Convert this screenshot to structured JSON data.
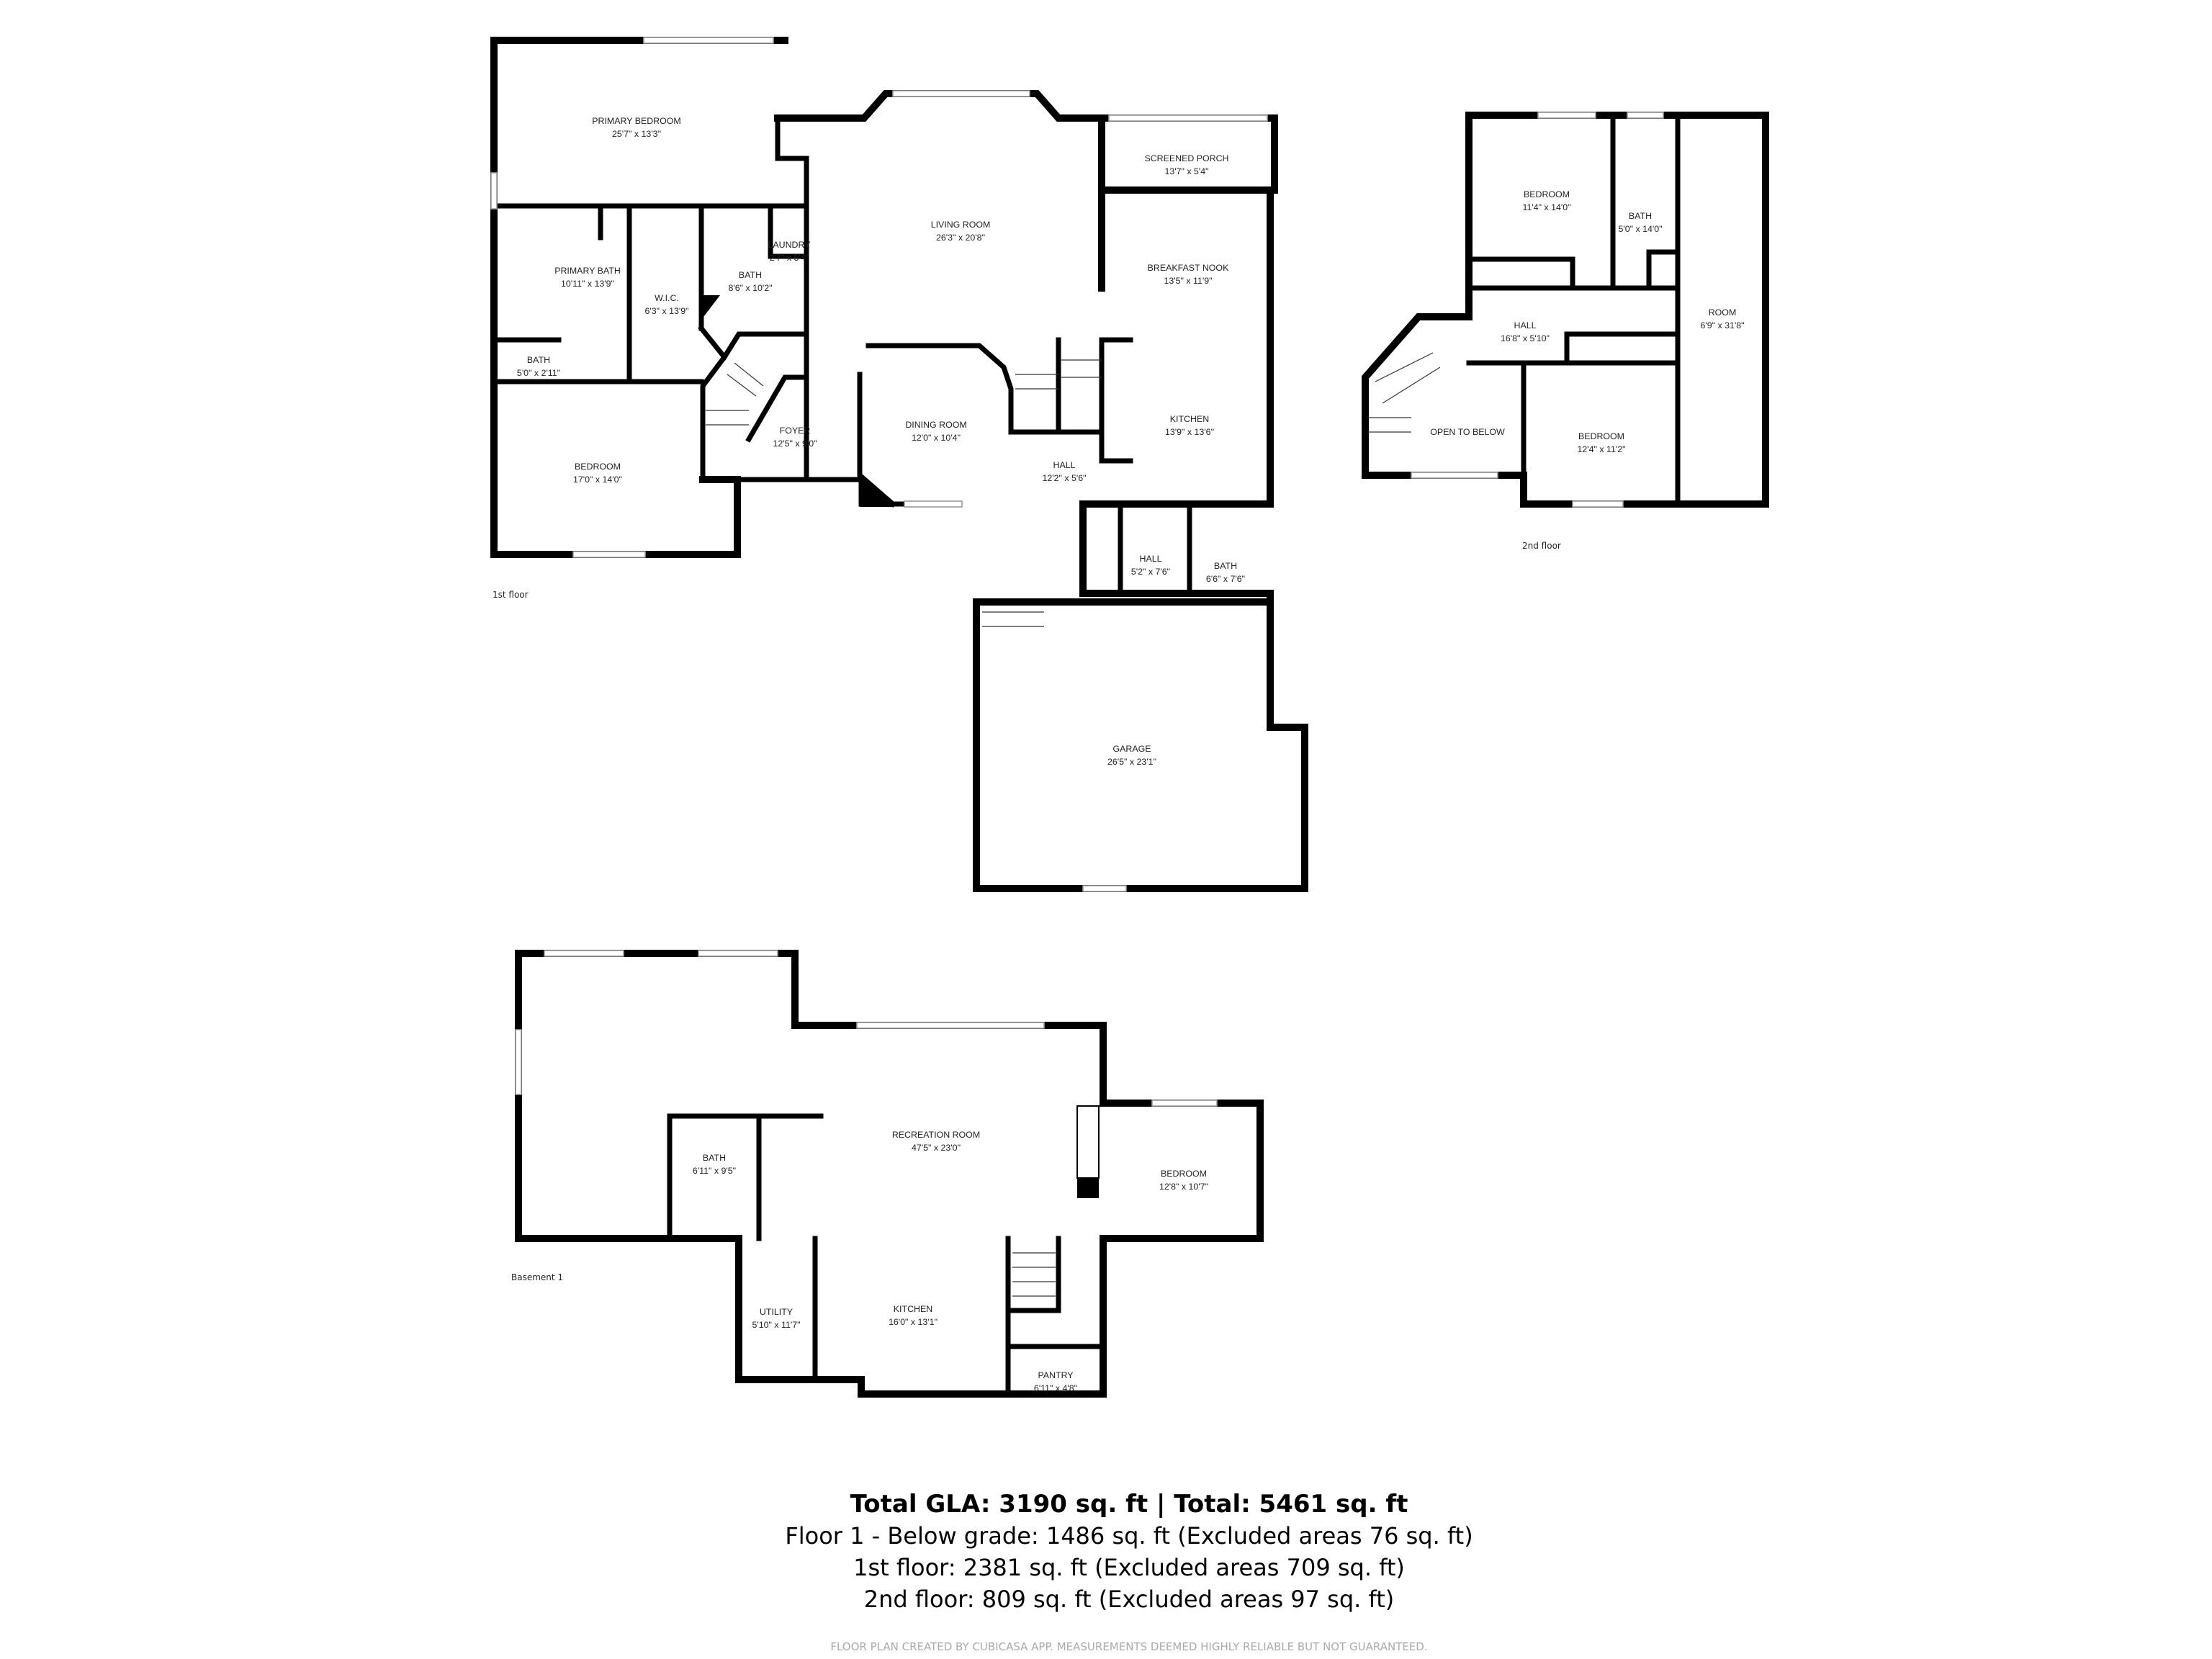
{
  "floors": {
    "first": {
      "label": "1st floor",
      "rooms": [
        {
          "name": "PRIMARY BEDROOM",
          "size": "25'7\" x 13'3\""
        },
        {
          "name": "LIVING ROOM",
          "size": "26'3\" x 20'8\""
        },
        {
          "name": "SCREENED PORCH",
          "size": "13'7\" x 5'4\""
        },
        {
          "name": "LAUNDRY",
          "size": "2'7\" x 5'4\""
        },
        {
          "name": "PRIMARY BATH",
          "size": "10'11\" x 13'9\""
        },
        {
          "name": "W.I.C.",
          "size": "6'3\" x 13'9\""
        },
        {
          "name": "BATH",
          "size": "8'6\" x 10'2\""
        },
        {
          "name": "BREAKFAST NOOK",
          "size": "13'5\" x 11'9\""
        },
        {
          "name": "BATH",
          "size": "5'0\" x 2'11\""
        },
        {
          "name": "FOYER",
          "size": "12'5\" x 9'0\""
        },
        {
          "name": "DINING ROOM",
          "size": "12'0\" x 10'4\""
        },
        {
          "name": "KITCHEN",
          "size": "13'9\" x 13'6\""
        },
        {
          "name": "BEDROOM",
          "size": "17'0\" x 14'0\""
        },
        {
          "name": "HALL",
          "size": "12'2\" x 5'6\""
        },
        {
          "name": "HALL",
          "size": "5'2\" x 7'6\""
        },
        {
          "name": "BATH",
          "size": "6'6\" x 7'6\""
        },
        {
          "name": "GARAGE",
          "size": "26'5\" x 23'1\""
        }
      ]
    },
    "second": {
      "label": "2nd floor",
      "rooms": [
        {
          "name": "BEDROOM",
          "size": "11'4\" x 14'0\""
        },
        {
          "name": "BATH",
          "size": "5'0\" x 14'0\""
        },
        {
          "name": "ROOM",
          "size": "6'9\" x 31'8\""
        },
        {
          "name": "HALL",
          "size": "16'8\" x 5'10\""
        },
        {
          "name": "OPEN TO BELOW",
          "size": ""
        },
        {
          "name": "BEDROOM",
          "size": "12'4\" x 11'2\""
        }
      ]
    },
    "basement": {
      "label": "Basement 1",
      "rooms": [
        {
          "name": "RECREATION ROOM",
          "size": "47'5\" x 23'0\""
        },
        {
          "name": "BATH",
          "size": "6'11\" x 9'5\""
        },
        {
          "name": "BEDROOM",
          "size": "12'8\" x 10'7\""
        },
        {
          "name": "UTILITY",
          "size": "5'10\" x 11'7\""
        },
        {
          "name": "KITCHEN",
          "size": "16'0\" x 13'1\""
        },
        {
          "name": "PANTRY",
          "size": "6'11\" x 4'8\""
        }
      ]
    }
  },
  "summary": {
    "total": "Total GLA: 3190 sq. ft | Total: 5461 sq. ft",
    "lines": [
      "Floor 1 - Below grade: 1486 sq. ft (Excluded areas 76 sq. ft)",
      "1st floor: 2381 sq. ft (Excluded areas 709 sq. ft)",
      "2nd floor: 809 sq. ft (Excluded areas 97 sq. ft)"
    ],
    "disclaimer": "FLOOR PLAN CREATED BY CUBICASA APP. MEASUREMENTS DEEMED HIGHLY RELIABLE BUT NOT GUARANTEED."
  }
}
